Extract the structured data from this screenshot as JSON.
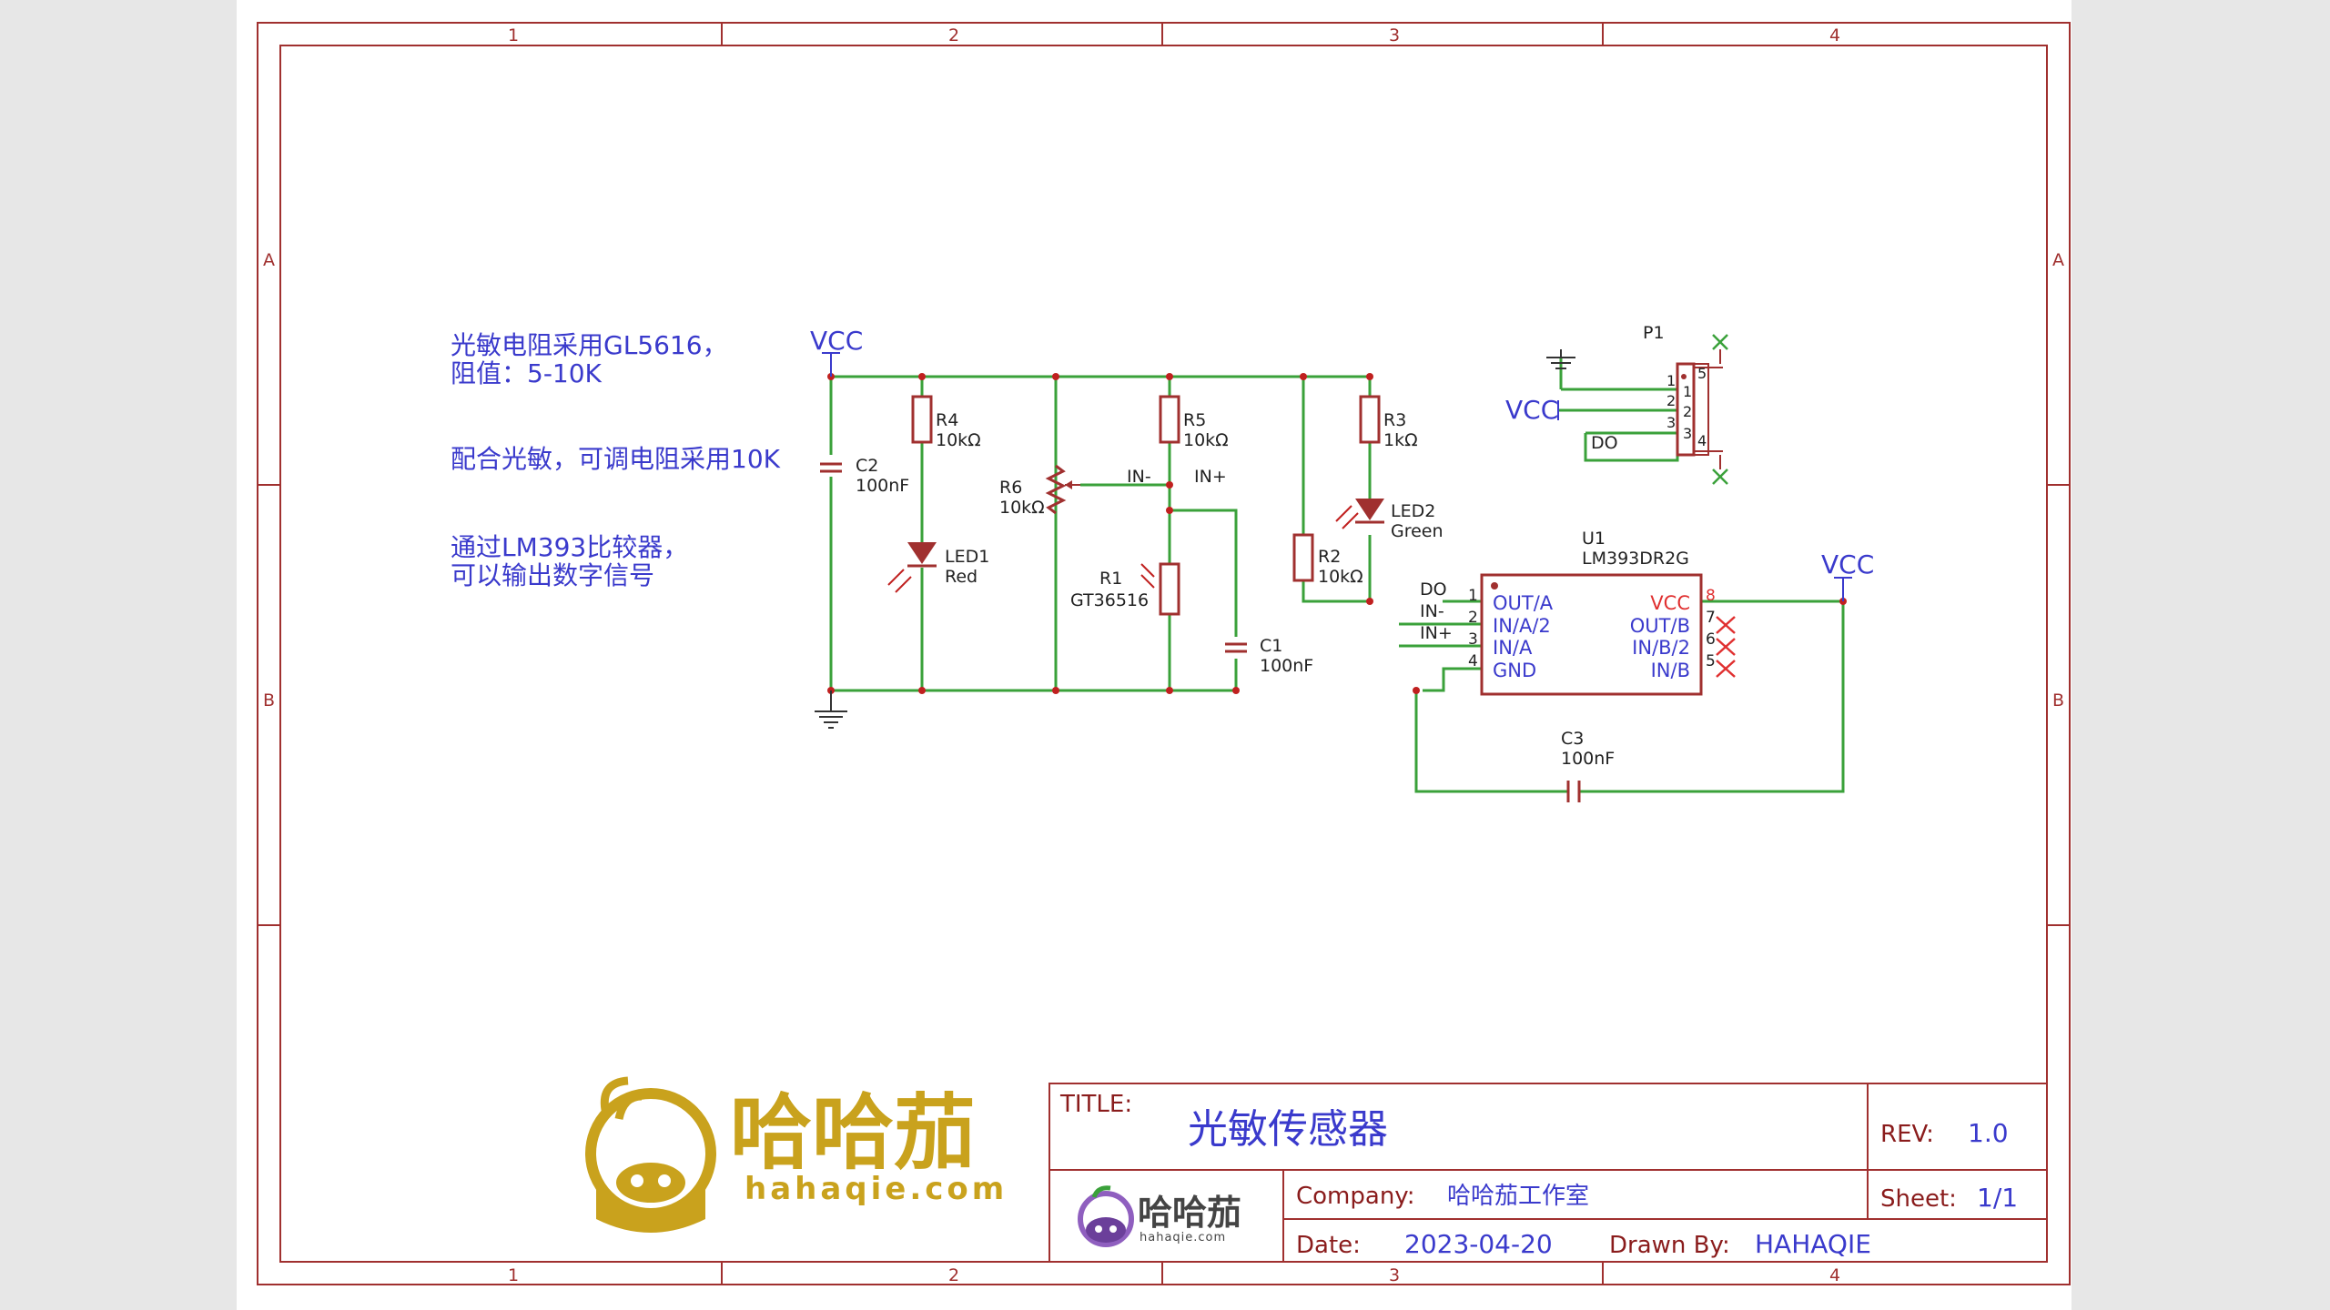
{
  "sheet": {
    "column_labels": [
      "1",
      "2",
      "3",
      "4"
    ],
    "row_labels": [
      "A",
      "B"
    ]
  },
  "notes": [
    "光敏电阻采用GL5616，",
    "阻值：5-10K",
    "配合光敏，可调电阻采用10K",
    "通过LM393比较器，",
    "可以输出数字信号"
  ],
  "nets": {
    "vcc": "VCC",
    "do": "DO",
    "in_minus": "IN-",
    "in_plus": "IN+"
  },
  "components": {
    "r4": {
      "ref": "R4",
      "value": "10kΩ"
    },
    "r5": {
      "ref": "R5",
      "value": "10kΩ"
    },
    "r3": {
      "ref": "R3",
      "value": "1kΩ"
    },
    "r6": {
      "ref": "R6",
      "value": "10kΩ"
    },
    "r2": {
      "ref": "R2",
      "value": "10kΩ"
    },
    "r1": {
      "ref": "R1",
      "value": "GT36516"
    },
    "c1": {
      "ref": "C1",
      "value": "100nF"
    },
    "c2": {
      "ref": "C2",
      "value": "100nF"
    },
    "c3": {
      "ref": "C3",
      "value": "100nF"
    },
    "led1": {
      "ref": "LED1",
      "value": "Red"
    },
    "led2": {
      "ref": "LED2",
      "value": "Green"
    },
    "p1": {
      "ref": "P1"
    },
    "u1": {
      "ref": "U1",
      "value": "LM393DR2G",
      "left_pins": [
        "OUT/A",
        "IN/A/2",
        "IN/A",
        "GND"
      ],
      "left_pin_numbers": [
        "1",
        "2",
        "3",
        "4"
      ],
      "right_pins": [
        "VCC",
        "OUT/B",
        "IN/B/2",
        "IN/B"
      ],
      "right_pin_numbers": [
        "8",
        "7",
        "6",
        "5"
      ]
    },
    "p1_pins": [
      "1",
      "2",
      "3"
    ],
    "p1_pins_right": [
      "5",
      "1",
      "2",
      "3",
      "4"
    ]
  },
  "logo": {
    "brand": "哈哈茄",
    "domain": "hahaqie.com"
  },
  "title_block": {
    "title_label": "TITLE:",
    "title": "光敏传感器",
    "rev_label": "REV:",
    "rev": "1.0",
    "company_label": "Company:",
    "company": "哈哈茄工作室",
    "sheet_label": "Sheet:",
    "sheet": "1/1",
    "date_label": "Date:",
    "date": "2023-04-20",
    "drawn_label": "Drawn By:",
    "drawn_by": "HAHAQIE",
    "logo_brand": "哈哈茄",
    "logo_domain": "hahaqie.com"
  },
  "colors": {
    "frame": "#a0302f",
    "wire": "#3aa13a",
    "component": "#a0302f",
    "text": "#3a3acc",
    "pin_red": "#e03030",
    "logo_gold": "#c9a21d"
  }
}
